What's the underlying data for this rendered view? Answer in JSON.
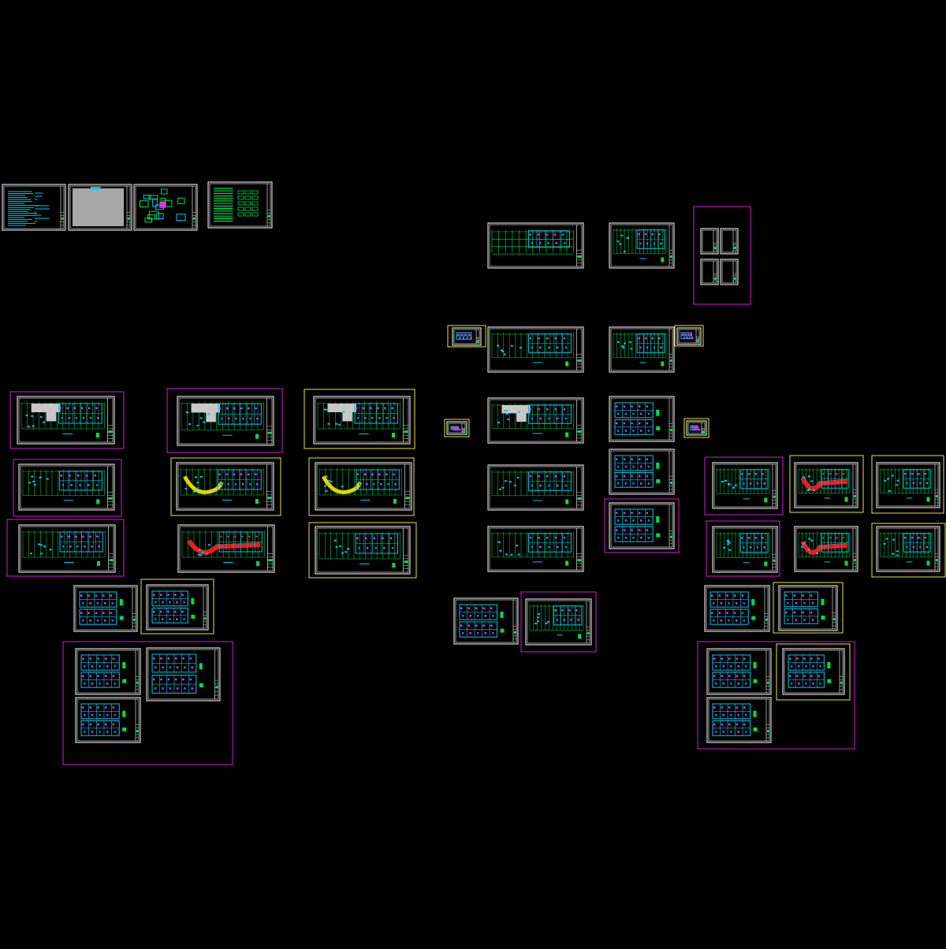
{
  "app": {
    "viewport": "model-space",
    "background": "#000000"
  },
  "colors": {
    "sheet_border": "#ffffff",
    "group_magenta": "#d21ed2",
    "group_yellow": "#e6e63c",
    "plan_cyan": "#00c8e6",
    "plan_green": "#00dc50",
    "plan_magenta": "#e632e6",
    "plan_red": "#e61e1e",
    "plan_yellow": "#e6d200",
    "plan_grey": "#c8c8c8",
    "plan_blue": "#3c6ef0"
  },
  "drawing_sheets": [
    {
      "id": "notes-sheet-1",
      "style": "notes"
    },
    {
      "id": "notes-sheet-2",
      "style": "grey-notes"
    },
    {
      "id": "details-sheet",
      "style": "details"
    },
    {
      "id": "legend-sheet",
      "style": "legend"
    },
    {
      "id": "foundation-plan",
      "style": "grid"
    },
    {
      "id": "floor-plan-a",
      "style": "plan"
    },
    {
      "id": "section-sheets",
      "style": "quad"
    },
    {
      "id": "floor-plans-left",
      "style": "plan"
    },
    {
      "id": "floor-plans-mid",
      "style": "plan"
    },
    {
      "id": "floor-plans-right",
      "style": "plan"
    },
    {
      "id": "unit-plans",
      "style": "stacked"
    }
  ]
}
